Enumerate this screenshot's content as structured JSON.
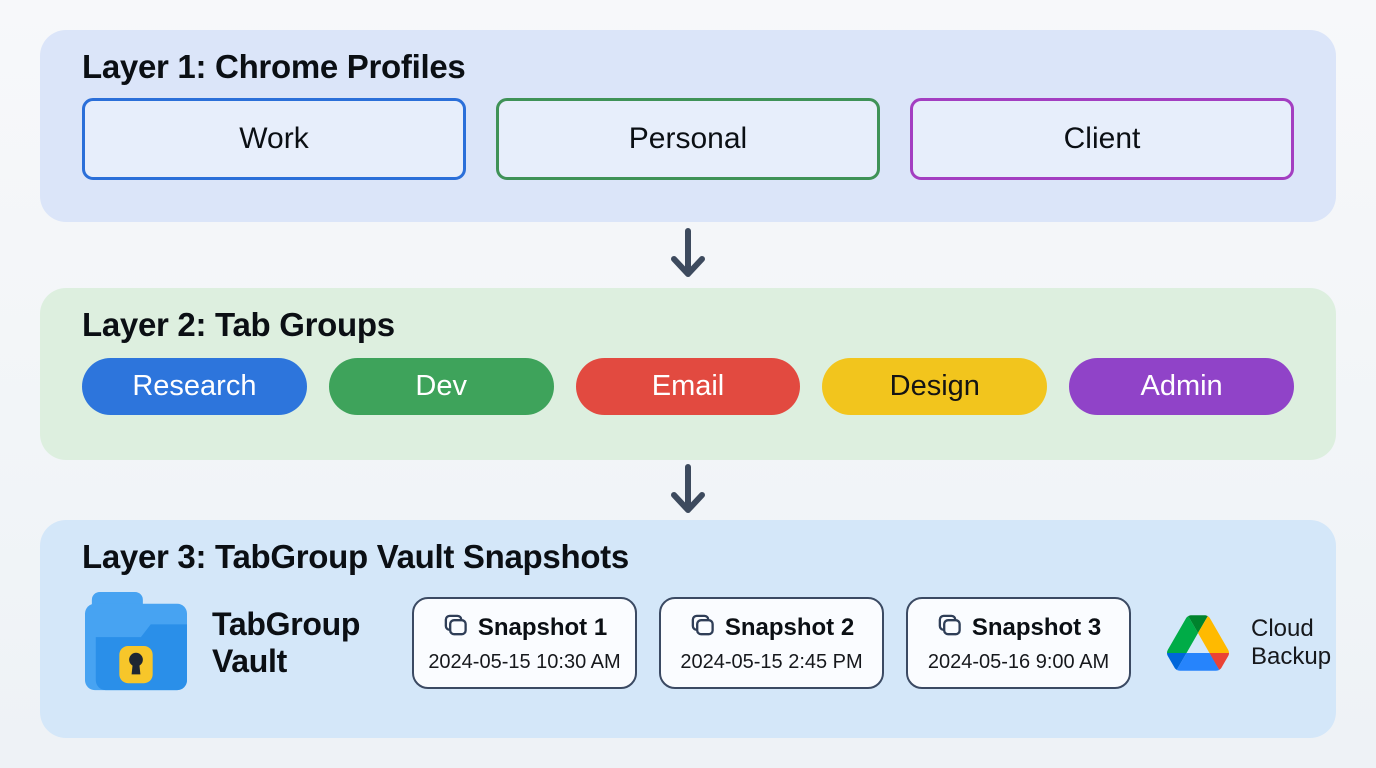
{
  "layer1": {
    "title": "Layer 1: Chrome Profiles",
    "profiles": [
      {
        "label": "Work",
        "border_color": "#2b6fd9"
      },
      {
        "label": "Personal",
        "border_color": "#3f9257"
      },
      {
        "label": "Client",
        "border_color": "#a33ec1"
      }
    ]
  },
  "layer2": {
    "title": "Layer 2: Tab Groups",
    "groups": [
      {
        "label": "Research",
        "color": "#2d75dc",
        "text_color": "#ffffff"
      },
      {
        "label": "Dev",
        "color": "#3ea35b",
        "text_color": "#ffffff"
      },
      {
        "label": "Email",
        "color": "#e24a40",
        "text_color": "#ffffff"
      },
      {
        "label": "Design",
        "color": "#f2c51d",
        "text_color": "#141414"
      },
      {
        "label": "Admin",
        "color": "#9043c8",
        "text_color": "#ffffff"
      }
    ]
  },
  "layer3": {
    "title": "Layer 3: TabGroup Vault Snapshots",
    "vault_name": "TabGroup Vault",
    "snapshots": [
      {
        "label": "Snapshot 1",
        "timestamp": "2024-05-15 10:30 AM"
      },
      {
        "label": "Snapshot 2",
        "timestamp": "2024-05-15 2:45 PM"
      },
      {
        "label": "Snapshot 3",
        "timestamp": "2024-05-16 9:00 AM"
      }
    ],
    "cloud_backup_label": "Cloud\nBackup"
  },
  "icons": {
    "arrow_down": "down-arrow",
    "vault_folder": "locked-folder",
    "snapshot": "stacked-tabs",
    "cloud": "google-drive-logo"
  },
  "colors": {
    "page_background": "#f4f6f8",
    "layer1_panel": "#dbe5f9",
    "layer2_panel": "#ddefdf",
    "layer3_panel": "#d4e7f9",
    "arrow": "#3d4a5e",
    "card_border": "#3b4a63",
    "card_background": "#fafcff",
    "folder_back": "#47a3f2",
    "folder_front": "#2a8fe9",
    "lock_badge": "#f7c62a",
    "drive_blue": "#2684fc",
    "drive_green": "#00ac47",
    "drive_yellow": "#ffba00",
    "drive_red": "#ea4335"
  }
}
